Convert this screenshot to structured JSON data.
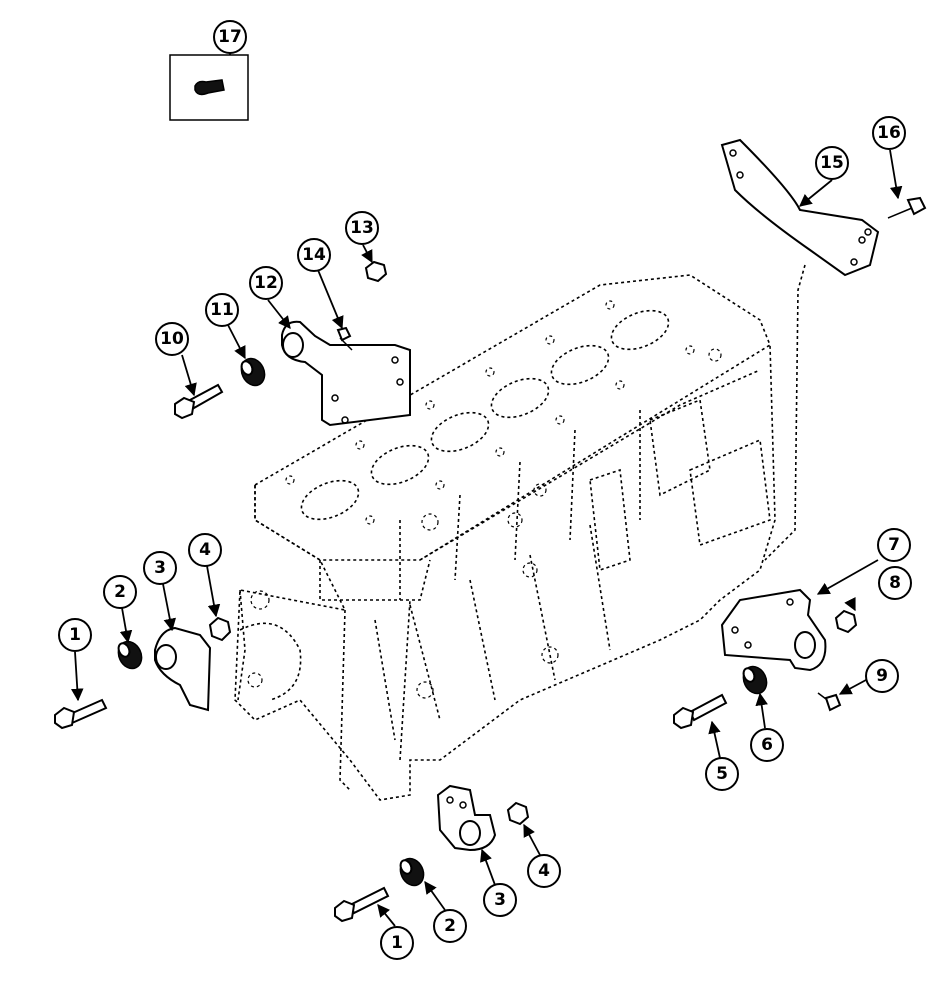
{
  "diagram": {
    "callouts": [
      "1",
      "2",
      "3",
      "4",
      "1",
      "2",
      "3",
      "4",
      "5",
      "6",
      "7",
      "8",
      "9",
      "10",
      "11",
      "12",
      "13",
      "14",
      "15",
      "16",
      "17"
    ]
  }
}
